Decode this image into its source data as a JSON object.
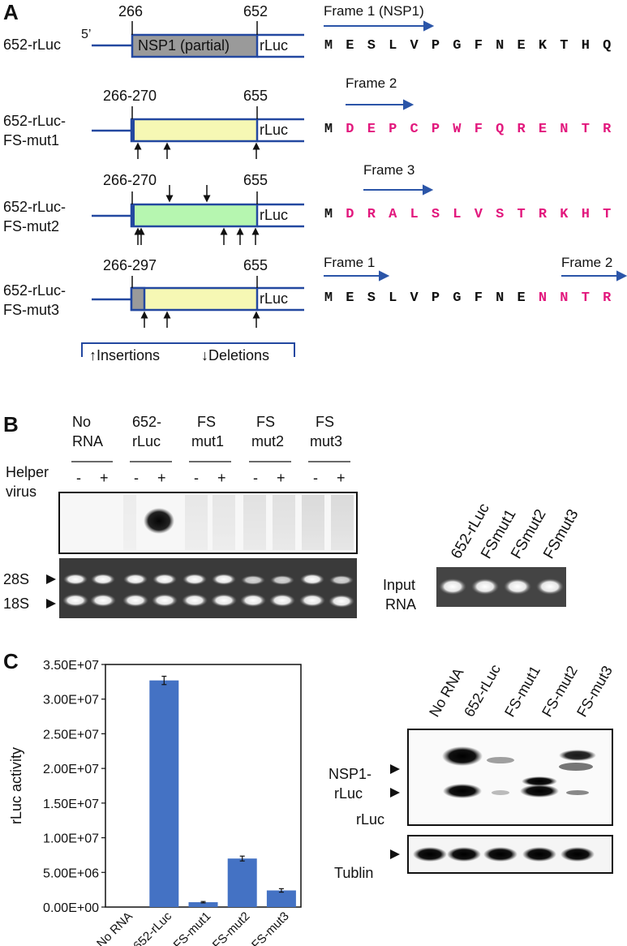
{
  "panel_a": {
    "label": "A",
    "constructs": [
      {
        "name_line1": "652-rLuc",
        "name_line2": "",
        "positions_left": "266",
        "positions_right": "652",
        "five_prime": "5’",
        "box_text": "NSP1 (partial)",
        "rluc": "rLuc",
        "frames": [
          {
            "text": "Frame 1 (NSP1)"
          }
        ],
        "seq_black": [
          "M",
          "E",
          "S",
          "L",
          "V",
          "P",
          "G",
          "F",
          "N",
          "E",
          "K",
          "T",
          "H",
          "Q"
        ],
        "seq_mag": []
      },
      {
        "name_line1": "652-rLuc-",
        "name_line2": "FS-mut1",
        "positions_left": "266-270",
        "positions_right": "655",
        "rluc": "rLuc",
        "frames": [
          {
            "text": "Frame 2"
          }
        ],
        "seq_black": [
          "M"
        ],
        "seq_mag": [
          "D",
          "E",
          "P",
          "C",
          "P",
          "W",
          "F",
          "Q",
          "R",
          "E",
          "N",
          "T",
          "R"
        ]
      },
      {
        "name_line1": "652-rLuc-",
        "name_line2": "FS-mut2",
        "positions_left": "266-270",
        "positions_right": "655",
        "rluc": "rLuc",
        "frames": [
          {
            "text": "Frame 3"
          }
        ],
        "seq_black": [
          "M"
        ],
        "seq_mag": [
          "D",
          "R",
          "A",
          "L",
          "S",
          "L",
          "V",
          "S",
          "T",
          "R",
          "K",
          "H",
          "T"
        ]
      },
      {
        "name_line1": "652-rLuc-",
        "name_line2": "FS-mut3",
        "positions_left": "266-297",
        "positions_right": "655",
        "rluc": "rLuc",
        "frames": [
          {
            "text": "Frame 1"
          },
          {
            "text": "Frame 2"
          }
        ],
        "seq_black": [
          "M",
          "E",
          "S",
          "L",
          "V",
          "P",
          "G",
          "F",
          "N",
          "E"
        ],
        "seq_mag": [
          "N",
          "N",
          "T",
          "R"
        ]
      }
    ],
    "legend": {
      "insertions": "Insertions",
      "deletions": "Deletions",
      "up_arrow": "↑",
      "down_arrow": "↓"
    },
    "colors": {
      "line": "#2348a0",
      "arrow": "#2b55a8",
      "box_gray": "#9a9a9a",
      "box_yellow": "#f6f8b4",
      "box_green": "#b6f6b0",
      "mutant_residue": "#e2187d"
    }
  },
  "panel_b": {
    "label": "B",
    "lane_groups": [
      {
        "line1": "No",
        "line2": "RNA"
      },
      {
        "line1": "652-",
        "line2": "rLuc"
      },
      {
        "line1": "FS",
        "line2": "mut1"
      },
      {
        "line1": "FS",
        "line2": "mut2"
      },
      {
        "line1": "FS",
        "line2": "mut3"
      }
    ],
    "helper_label_line1": "Helper",
    "helper_label_line2": "virus",
    "minus": "-",
    "plus": "+",
    "rrna_28s": "28S",
    "rrna_18s": "18S",
    "input_rna_line1": "Input",
    "input_rna_line2": "RNA",
    "input_lanes": [
      "652-rLuc",
      "FSmut1",
      "FSmut2",
      "FSmut3"
    ]
  },
  "panel_c": {
    "label": "C",
    "western_lanes": [
      "No RNA",
      "652-rLuc",
      "FS-mut1",
      "FS-mut2",
      "FS-mut3"
    ],
    "western_labels": {
      "nsp1_line1": "NSP1-",
      "nsp1_line2": "rLuc",
      "rluc": "rLuc",
      "tublin": "Tublin"
    }
  },
  "chart_data": {
    "type": "bar",
    "categories": [
      "No RNA",
      "652-rLuc",
      "FS-mut1",
      "FS-mut2",
      "FS-mut3"
    ],
    "values": [
      0,
      32700000,
      700000,
      7000000,
      2400000
    ],
    "errors": [
      0,
      600000,
      100000,
      350000,
      250000
    ],
    "ylabel": "rLuc activity",
    "ylim": [
      0,
      35000000
    ],
    "ytick_values": [
      0,
      5000000,
      10000000,
      15000000,
      20000000,
      25000000,
      30000000,
      35000000
    ],
    "ytick_labels": [
      "0.00E+00",
      "5.00E+06",
      "1.00E+07",
      "1.50E+07",
      "2.00E+07",
      "2.50E+07",
      "3.00E+07",
      "3.50E+07"
    ],
    "bar_color": "#4472c4",
    "grid": false
  }
}
